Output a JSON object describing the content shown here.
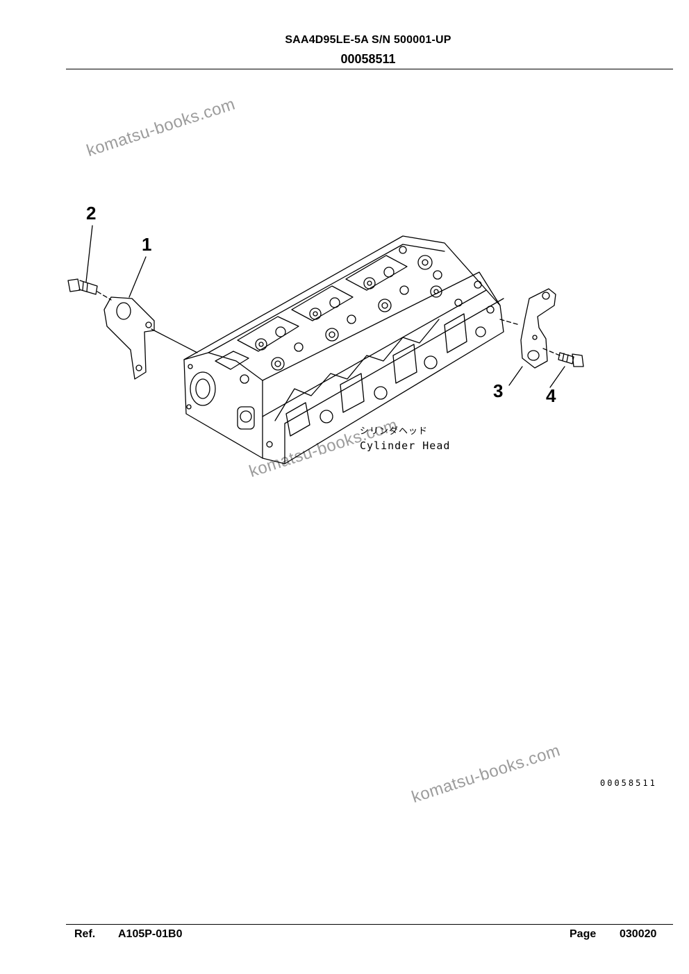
{
  "header": {
    "model": "SAA4D95LE-5A S/N 500001-UP",
    "code": "00058511"
  },
  "watermark": "komatsu-books.com",
  "callouts": {
    "c1": "1",
    "c2": "2",
    "c3": "3",
    "c4": "4"
  },
  "illustration": {
    "caption_jp": "シリンダヘッド",
    "caption_en": "Cylinder Head",
    "drawing_code": "00058511"
  },
  "footer": {
    "ref_label": "Ref.",
    "ref_value": "A105P-01B0",
    "page_label": "Page",
    "page_value": "030020"
  }
}
